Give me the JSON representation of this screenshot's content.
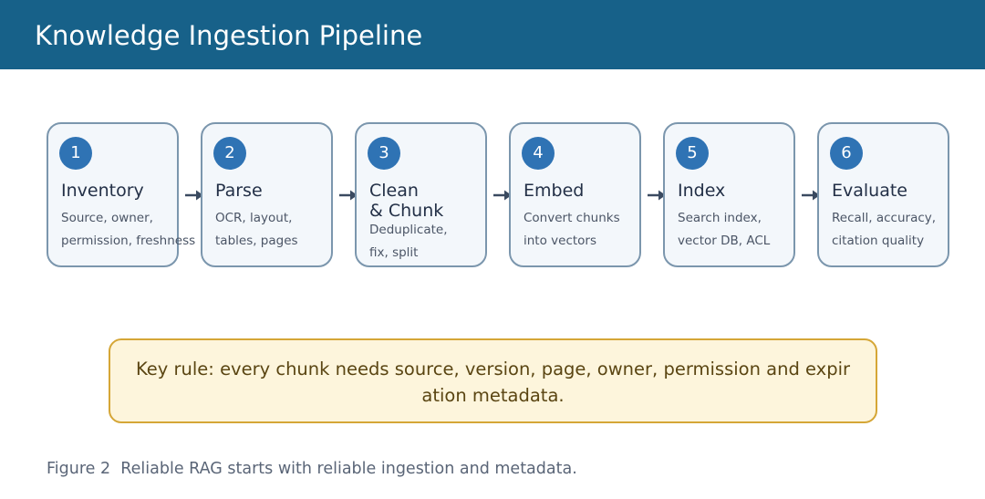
{
  "header": {
    "title": "Knowledge Ingestion Pipeline"
  },
  "steps": [
    {
      "number": "1",
      "title": "Inventory",
      "description": "Source, owner,\npermission, freshness"
    },
    {
      "number": "2",
      "title": "Parse",
      "description": "OCR, layout,\ntables, pages"
    },
    {
      "number": "3",
      "title": "Clean\n& Chunk",
      "description": "Deduplicate,\nfix, split"
    },
    {
      "number": "4",
      "title": "Embed",
      "description": "Convert chunks\ninto vectors"
    },
    {
      "number": "5",
      "title": "Index",
      "description": "Search index,\nvector DB, ACL"
    },
    {
      "number": "6",
      "title": "Evaluate",
      "description": "Recall, accuracy,\ncitation quality"
    }
  ],
  "note": {
    "text": "Key rule: every chunk needs source, version, page, owner, permission and expiration metadata."
  },
  "caption": {
    "label": "Figure 2",
    "text": "Reliable RAG starts with reliable ingestion and metadata."
  },
  "colors": {
    "header": "#176189",
    "step_number": "#2f73b4",
    "card_border": "#7b96ad",
    "note_border": "#d5a636",
    "note_fill": "#fdf5dc"
  }
}
